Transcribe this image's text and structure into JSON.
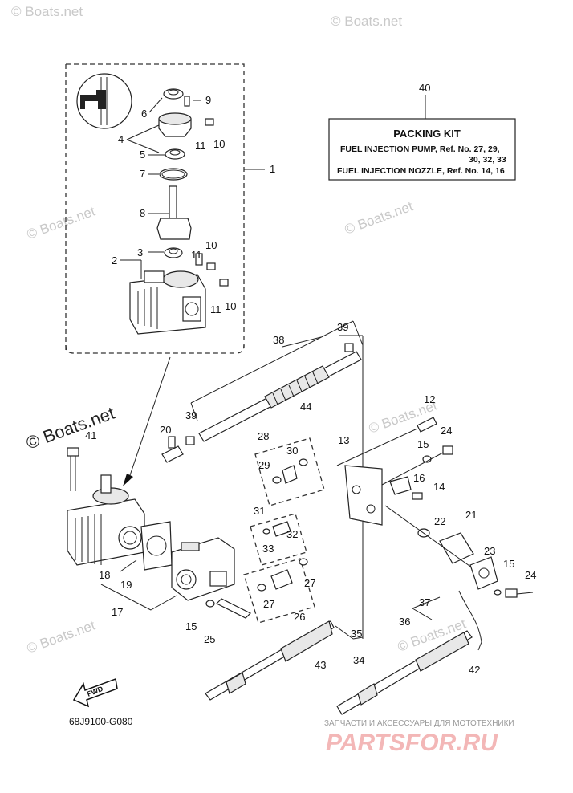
{
  "watermarks": [
    "© Boats.net",
    "© Boats.net",
    "© Boats.net",
    "© Boats.net",
    "© Boats.net",
    "© Boats.net",
    "© Boats.net",
    "© Boats.net"
  ],
  "callouts": [
    "1",
    "2",
    "3",
    "4",
    "5",
    "6",
    "7",
    "8",
    "9",
    "10",
    "10",
    "10",
    "11",
    "11",
    "11",
    "12",
    "13",
    "14",
    "15",
    "15",
    "15",
    "16",
    "17",
    "18",
    "19",
    "20",
    "21",
    "22",
    "23",
    "24",
    "24",
    "25",
    "26",
    "27",
    "27",
    "28",
    "29",
    "30",
    "31",
    "32",
    "33",
    "34",
    "35",
    "36",
    "37",
    "38",
    "39",
    "39",
    "40",
    "41",
    "42",
    "43",
    "44"
  ],
  "packing_kit": {
    "title": "PACKING KIT",
    "line1": "FUEL INJECTION PUMP,  Ref. No. 27, 29,",
    "line2": "30, 32, 33",
    "line3": "FUEL INJECTION NOZZLE,  Ref. No. 14, 16"
  },
  "fwd_label": "FWD",
  "diagram_code": "68J9100-G080",
  "brand": {
    "tagline": "ЗАПЧАСТИ И АКСЕССУАРЫ ДЛЯ МОТОТЕХНИКИ",
    "logo": "PARTSFOR.RU"
  }
}
